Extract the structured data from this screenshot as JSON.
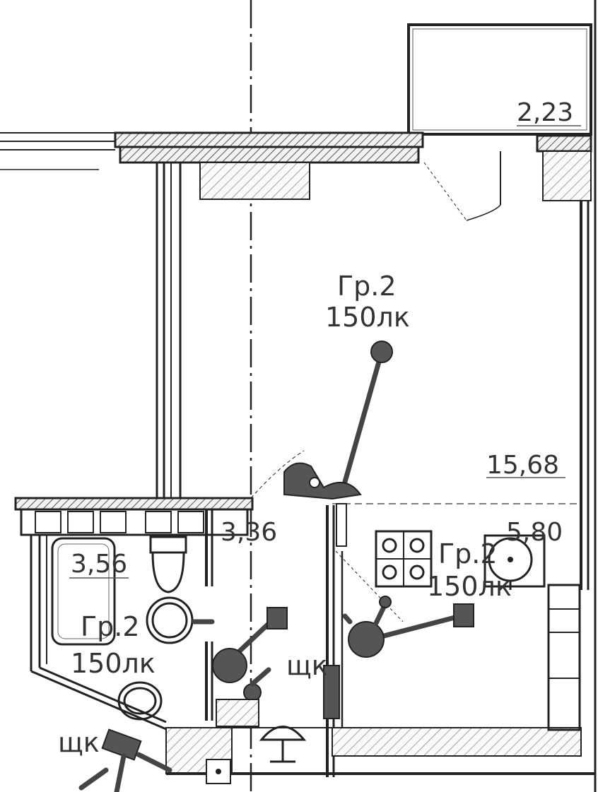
{
  "rooms": [
    {
      "id": "balcony",
      "area": "2,23"
    },
    {
      "id": "living",
      "area": "15,68"
    },
    {
      "id": "kitchen",
      "area": "5,80"
    },
    {
      "id": "hall",
      "area": "3,36"
    },
    {
      "id": "bath",
      "area": "3,56"
    }
  ],
  "groups": {
    "living": {
      "line1": "Гр.2",
      "line2": "150лк"
    },
    "kitchen": {
      "line1": "Гр.2",
      "line2": "150лк"
    },
    "bath": {
      "line1": "Гр.2",
      "line2": "150лк"
    }
  },
  "panels": {
    "hall": "щк",
    "bath": "щк"
  }
}
